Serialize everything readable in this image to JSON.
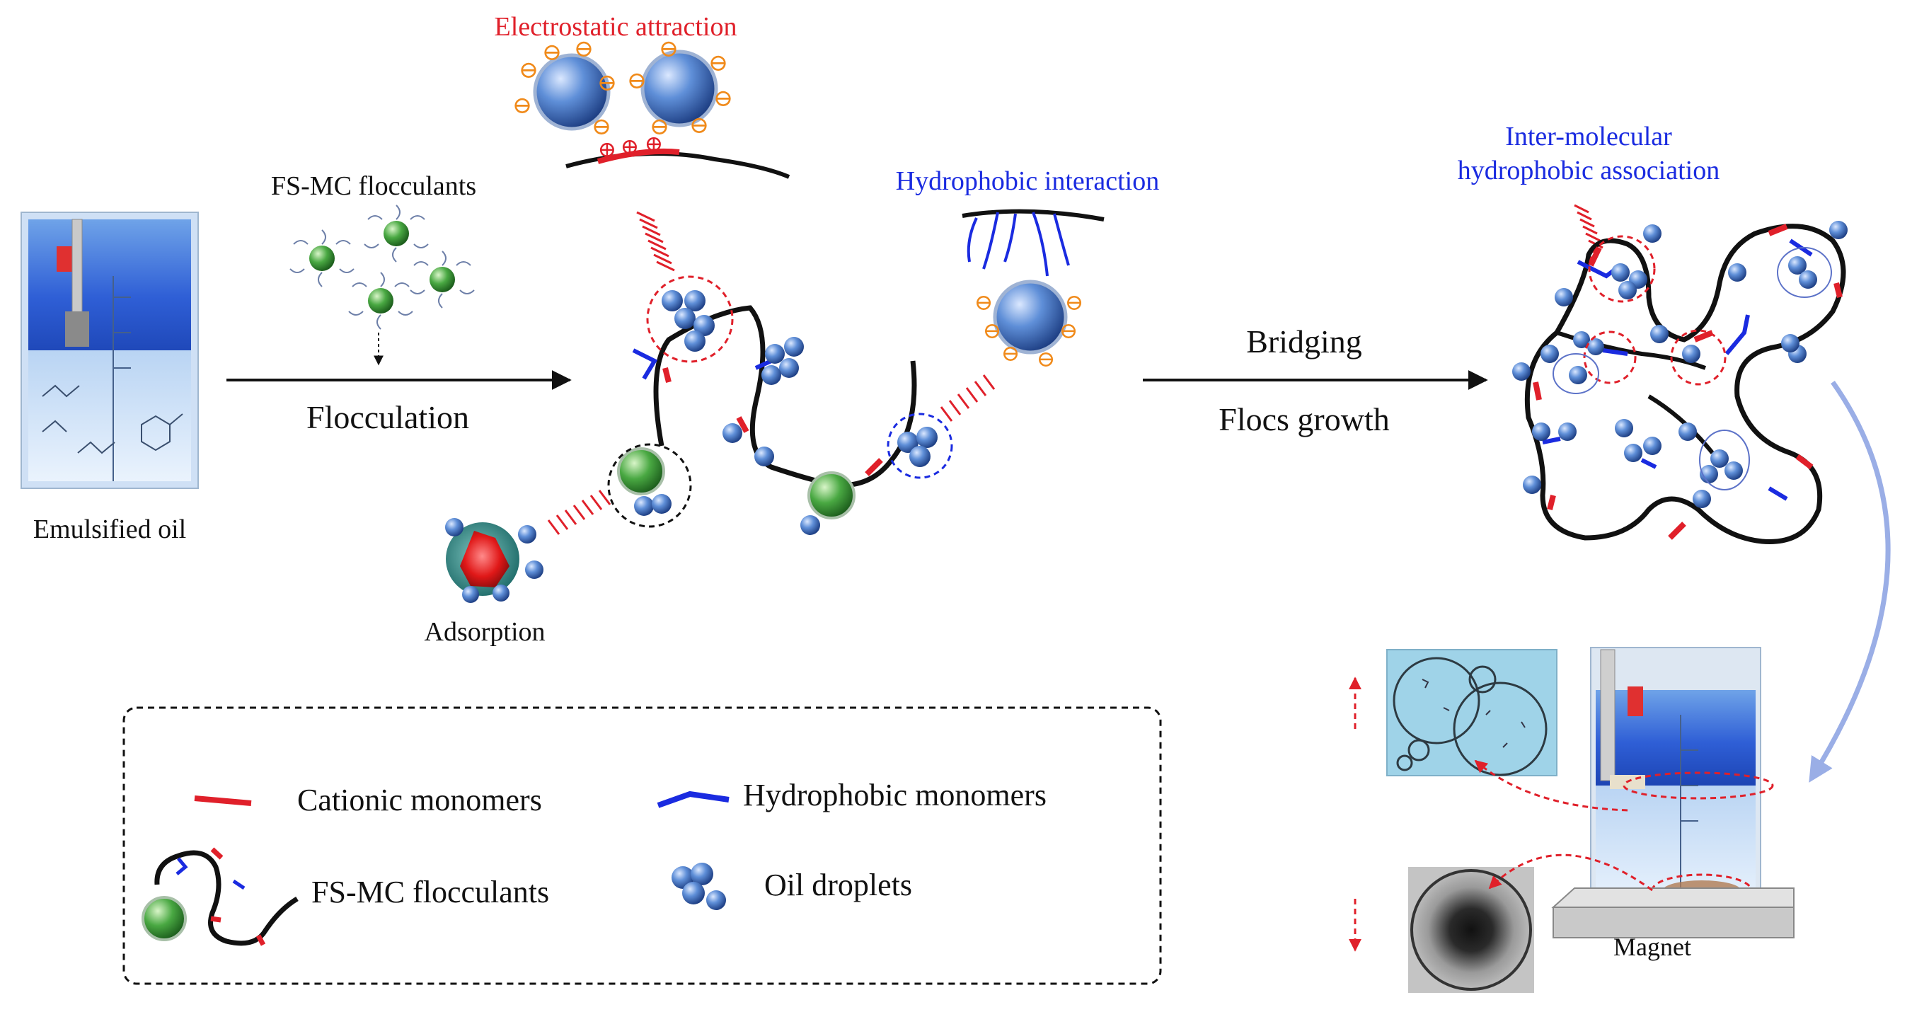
{
  "colors": {
    "cationic": "#e0202a",
    "hydrophobic": "#1a2be0",
    "chain": "#111111",
    "oil_droplet": "#3d6db8",
    "core": "#3a9a3a",
    "anion_ring": "#f08a1a",
    "red_annotation": "#e0202a",
    "blue_annotation": "#1a2be0",
    "process_arrow": "#9aaee6",
    "beaker_liquid": "#2f5fd6"
  },
  "labels": {
    "electrostatic_attraction": "Electrostatic attraction",
    "fs_mc_flocculants_top": "FS-MC flocculants",
    "hydrophobic_interaction": "Hydrophobic interaction",
    "inter_molecular_line1": "Inter-molecular",
    "inter_molecular_line2": "hydrophobic association",
    "flocculation": "Flocculation",
    "bridging": "Bridging",
    "flocs_growth": "Flocs growth",
    "emulsified_oil": "Emulsified oil",
    "adsorption": "Adsorption",
    "magnet": "Magnet"
  },
  "legend": {
    "cationic_monomers": "Cationic monomers",
    "hydrophobic_monomers": "Hydrophobic monomers",
    "fs_mc_flocculants": "FS-MC flocculants",
    "oil_droplets": "Oil droplets"
  },
  "symbols": {
    "anion": "⊖",
    "cation": "⊕"
  }
}
